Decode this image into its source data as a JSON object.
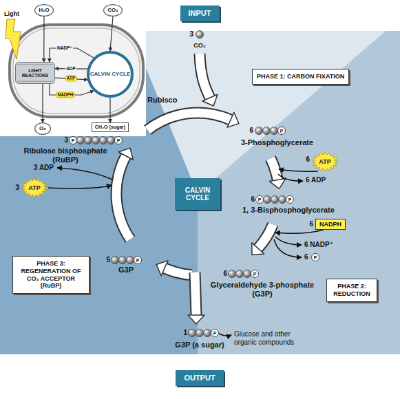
{
  "diagram": {
    "nodes": [
      {
        "text": [
          "H₂O"
        ]
      },
      {
        "text": [
          "CO₂"
        ]
      },
      {
        "text": [
          "LIGHT REACTIONS"
        ]
      },
      {
        "text": [
          "CALVIN CYCLE"
        ]
      },
      {
        "text": [
          "O₂"
        ]
      },
      {
        "text": [
          "CH₂O (sugar)"
        ]
      },
      {
        "text": [
          "INPUT"
        ]
      },
      {
        "text": [
          "PHASE 1: CARBON FIXATION"
        ]
      },
      {
        "text": [
          "ATP"
        ]
      },
      {
        "text": [
          "CALVIN CYCLE"
        ]
      },
      {
        "text": [
          "NADPH"
        ]
      },
      {
        "text": [
          "ATP"
        ]
      },
      {
        "text": [
          "PHASE 3: REGENERATION OF CO₂ ACCEPTOR (RuBP)"
        ]
      },
      {
        "text": [
          "PHASE 2: REDUCTION"
        ]
      },
      {
        "text": [
          "OUTPUT"
        ]
      }
    ],
    "edges": [
      {
        "from": 0,
        "to": 2,
        "arrow": "to"
      },
      {
        "from": 1,
        "to": 3,
        "arrow": "to"
      },
      {
        "from": 2,
        "to": 4,
        "arrow": "to"
      },
      {
        "from": 3,
        "to": 5,
        "arrow": "to"
      },
      {
        "from": 3,
        "to": 2,
        "label": "NADP⁺",
        "arrow": "to"
      },
      {
        "from": 3,
        "to": 2,
        "label": "ADP",
        "arrow": "to"
      },
      {
        "from": 2,
        "to": 3,
        "label": "ATP",
        "arrow": "to"
      },
      {
        "from": 2,
        "to": 3,
        "label": "NADPH",
        "arrow": "to"
      }
    ],
    "labels": [
      "Light",
      "3",
      "CO₂",
      "Rubisco",
      "3",
      "P",
      "P",
      "Ribulose bisphosphate (RuBP)",
      "6",
      "P",
      "3-Phosphoglycerate",
      "6",
      "6 ADP",
      "6",
      "P",
      "P",
      "1, 3-Bisphosphoglycerate",
      "6",
      "6 NADP⁺",
      "6",
      "P",
      "6",
      "P",
      "Glyceraldehyde 3-phosphate (G3P)",
      "5",
      "P",
      "G3P",
      "3 ADP",
      "3",
      "1",
      "P",
      "G3P (a sugar)",
      "Glucose and other organic compounds"
    ]
  }
}
